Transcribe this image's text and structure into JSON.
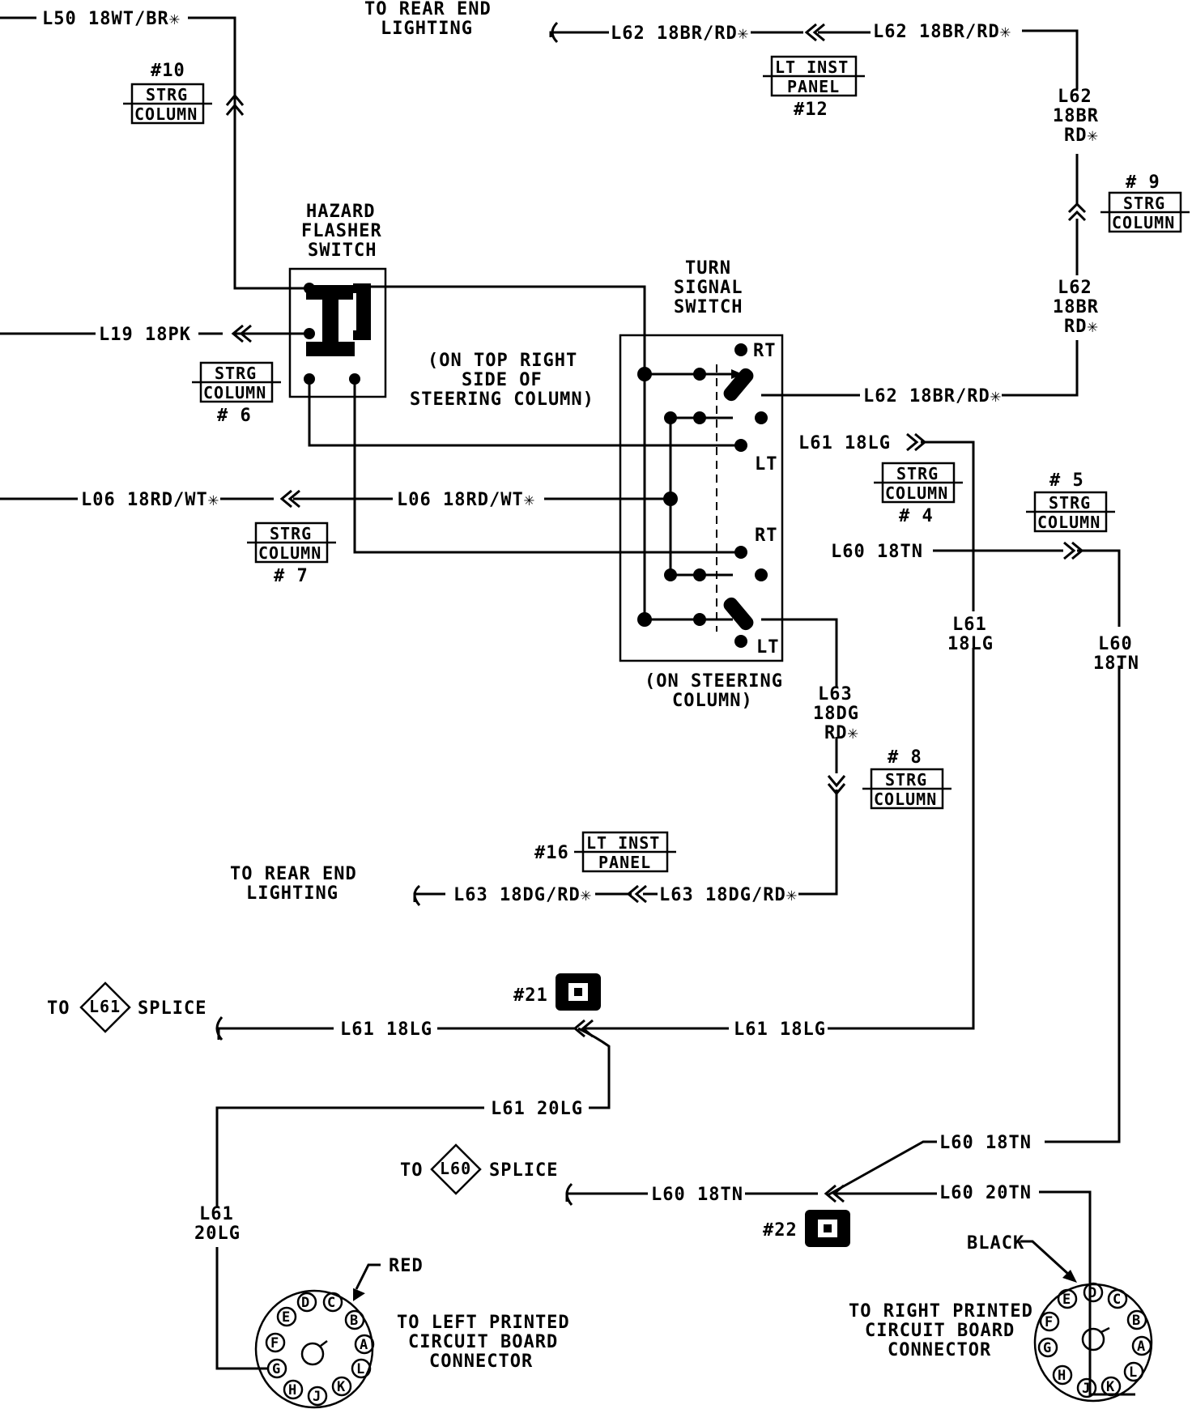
{
  "wires": {
    "l50": "L50 18WT/BR✳",
    "l62": "L62 18BR/RD✳",
    "l62_a": "L62",
    "l62_b": "18BR",
    "l62_c": "RD✳",
    "l19": "L19 18PK",
    "l61": "L61 18LG",
    "l61_a": "L61",
    "l61_b": "18LG",
    "l06": "L06 18RD/WT✳",
    "l60": "L60 18TN",
    "l60_a": "L60",
    "l60_b": "18TN",
    "l63": "L63 18DG/RD✳",
    "l63_a": "L63",
    "l63_b": "18DG",
    "l63_c": "RD✳",
    "l61_20": "L61 20LG",
    "l61_20a": "L61",
    "l61_20b": "20LG",
    "l60_20": "L60 20TN"
  },
  "labels": {
    "rear_1": "TO REAR END",
    "rear_2": "LIGHTING",
    "hazard_1": "HAZARD",
    "hazard_2": "FLASHER",
    "hazard_3": "SWITCH",
    "turn_1": "TURN",
    "turn_2": "SIGNAL",
    "turn_3": "SWITCH",
    "ontop_1": "(ON TOP RIGHT",
    "ontop_2": "SIDE OF",
    "ontop_3": "STEERING COLUMN)",
    "onsteer_1": "(ON STEERING",
    "onsteer_2": "COLUMN)",
    "rt": "RT",
    "lt": "LT",
    "to": "TO",
    "splice": "SPLICE",
    "l61_diamond": "L61",
    "l60_diamond": "L60",
    "red": "RED",
    "black": "BLACK",
    "left_pcb_1": "TO LEFT PRINTED",
    "left_pcb_2": "CIRCUIT BOARD",
    "left_pcb_3": "CONNECTOR",
    "right_pcb_1": "TO RIGHT PRINTED",
    "right_pcb_2": "CIRCUIT BOARD",
    "right_pcb_3": "CONNECTOR"
  },
  "connectors": {
    "strg": "STRG",
    "column": "COLUMN",
    "lt_inst": "LT INST",
    "panel": "PANEL",
    "n10": "#10",
    "n6": "# 6",
    "n7": "# 7",
    "n12": "#12",
    "n9": "# 9",
    "n4": "# 4",
    "n5": "# 5",
    "n8": "# 8",
    "n16": "#16",
    "n21": "#21",
    "n22": "#22"
  },
  "pins": [
    "A",
    "B",
    "C",
    "D",
    "E",
    "F",
    "G",
    "H",
    "J",
    "K",
    "L"
  ]
}
